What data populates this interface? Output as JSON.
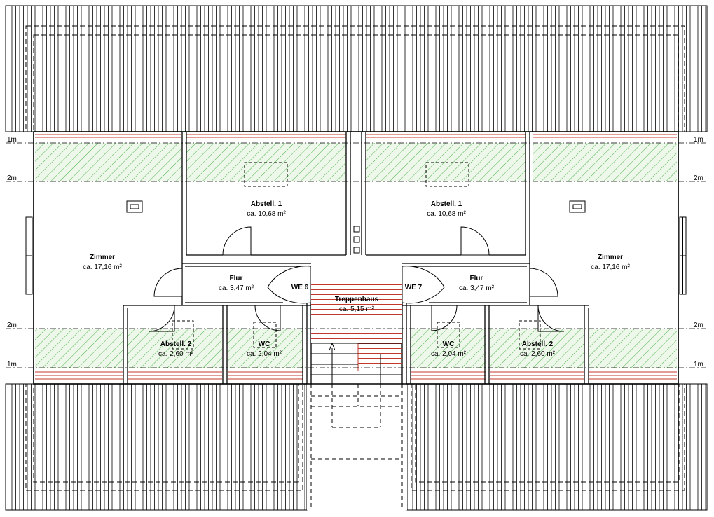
{
  "rooms": {
    "we6_abstell1": {
      "name": "Abstell. 1",
      "area": "ca. 10,68 m²"
    },
    "we6_zimmer": {
      "name": "Zimmer",
      "area": "ca. 17,16 m²"
    },
    "we6_flur": {
      "name": "Flur",
      "area": "ca. 3,47 m²"
    },
    "we6_abstell2": {
      "name": "Abstell. 2",
      "area": "ca. 2,60 m²"
    },
    "we6_wc": {
      "name": "WC",
      "area": "ca. 2,04 m²"
    },
    "we7_abstell1": {
      "name": "Abstell. 1",
      "area": "ca. 10,68 m²"
    },
    "we7_zimmer": {
      "name": "Zimmer",
      "area": "ca. 17,16 m²"
    },
    "we7_flur": {
      "name": "Flur",
      "area": "ca. 3,47 m²"
    },
    "we7_abstell2": {
      "name": "Abstell. 2",
      "area": "ca. 2,60 m²"
    },
    "we7_wc": {
      "name": "WC",
      "area": "ca. 2,04 m²"
    },
    "treppenhaus": {
      "name": "Treppenhaus",
      "area": "ca. 5,15 m²"
    }
  },
  "units": {
    "left": "WE 6",
    "right": "WE 7"
  },
  "height_marks": {
    "one": "1m",
    "two": "2m"
  },
  "colors": {
    "line": "#000000",
    "hatch_green": "#3fae3f",
    "fill_green": "#eaf6e6",
    "stair_red": "#c0392b",
    "wall_red": "#c0392b"
  }
}
